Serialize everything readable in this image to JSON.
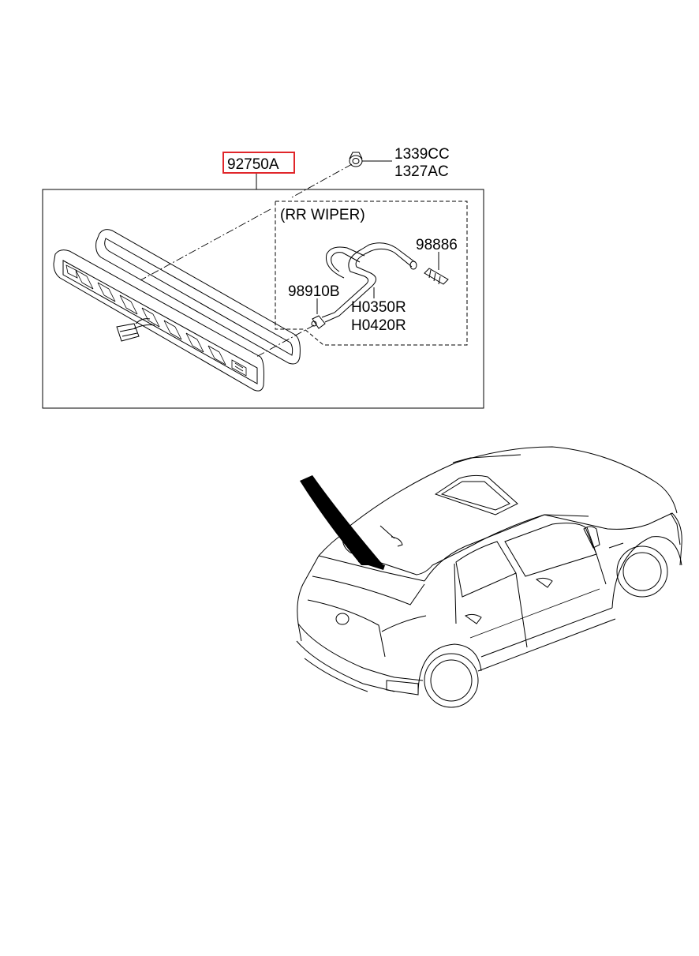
{
  "callouts": {
    "assembly": "92750A",
    "nut_a": "1339CC",
    "nut_b": "1327AC",
    "group_title": "(RR WIPER)",
    "nozzle": "98886",
    "connector": "98910B",
    "hose_a": "H0350R",
    "hose_b": "H0420R"
  },
  "colors": {
    "highlight_box": "#e0262a",
    "line": "#000000"
  }
}
